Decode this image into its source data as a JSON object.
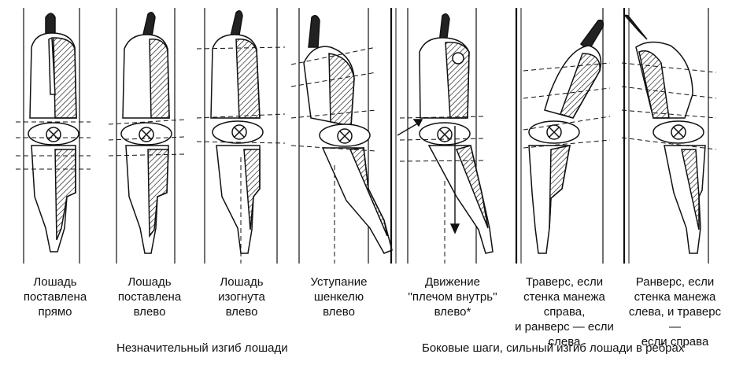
{
  "labels": {
    "p1": "Лошадь\nпоставлена\nпрямо",
    "p2": "Лошадь\nпоставлена\nвлево",
    "p3": "Лошадь\nизогнута\nвлево",
    "p4": "Уступание\nшенкелю\nвлево",
    "p5": "Движение\n''плечом внутрь''\nвлево*",
    "p6": "Траверс, если\nстенка манежа\nсправа,\nи ранверс — если слева",
    "p7": "Ранверс, если\nстенка манежа\nслева, и траверс —\nесли справа"
  },
  "group_captions": {
    "left": "Незначительный изгиб лошади",
    "right": "Боковые шаги, сильный изгиб лошади в ребрах"
  }
}
